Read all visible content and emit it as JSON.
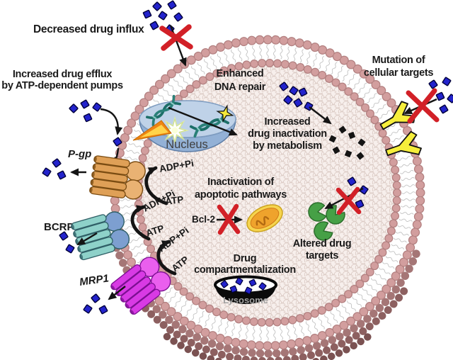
{
  "labels": {
    "influx": "Decreased drug influx",
    "efflux1": "Increased drug efflux",
    "efflux2": "by ATP-dependent pumps",
    "repair1": "Enhanced",
    "repair2": "DNA repair",
    "nucleus": "Nucleus",
    "mutation1": "Mutation of",
    "mutation2": "cellular targets",
    "metab1": "Increased",
    "metab2": "drug inactivation",
    "metab3": "by metabolism",
    "apoptosis1": "Inactivation of",
    "apoptosis2": "apoptotic pathways",
    "bcl2": "Bcl-2",
    "altered1": "Altered drug",
    "altered2": "targets",
    "compart1": "Drug",
    "compart2": "compartmentalization",
    "lysosome": "Lysosome"
  },
  "pumps": [
    {
      "name": "P-gp"
    },
    {
      "name": "BCRP"
    },
    {
      "name": "MRP1"
    }
  ],
  "energy": {
    "adp": "ADP+Pi",
    "atp": "ATP"
  },
  "icons": [
    "drug-molecule-icon",
    "inactivated-drug-icon",
    "red-x-icon",
    "antibody-receptor-icon",
    "drug-target-icon",
    "nucleus-bowl-icon",
    "dna-helix-icon",
    "starburst-icon",
    "lightning-icon",
    "mitochondrion-icon",
    "lysosome-bowl-icon",
    "efflux-pump-icon",
    "membrane-bead-icon"
  ],
  "colors": {
    "drug_blue": "#2323cc",
    "metabolite_black": "#141414",
    "red_x": "#d22027",
    "membrane_bead": "#d29e9e",
    "membrane_bead_dark": "#b28080",
    "receptor_yellow": "#f6ee3b",
    "target_green": "#46a046",
    "pgp_orange": "#dfa057",
    "bcrp_teal": "#8ed1c9",
    "mrp1_magenta": "#d83ae4",
    "nucleus_blue": "#bfd2e8",
    "mito_orange": "#efa32c",
    "text_black": "#1a1a1a"
  }
}
